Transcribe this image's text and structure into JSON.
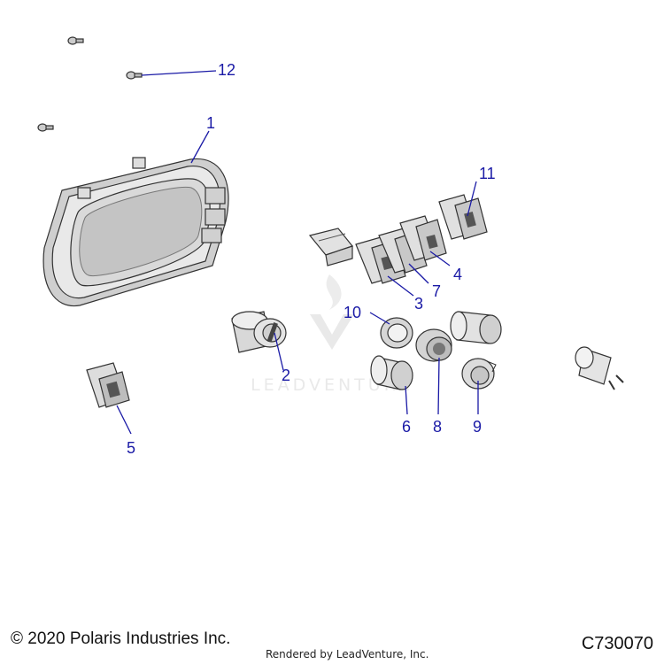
{
  "callouts": {
    "c1": "1",
    "c2": "2",
    "c3": "3",
    "c4": "4",
    "c5": "5",
    "c6": "6",
    "c7": "7",
    "c8": "8",
    "c9": "9",
    "c10": "10",
    "c11": "11",
    "c12": "12"
  },
  "watermark": {
    "text": "LEADVENTURE"
  },
  "footer": {
    "copyright": "© 2020 Polaris Industries Inc.",
    "rendered_by": "Rendered by LeadVenture, Inc.",
    "diagram_code": "C730070"
  },
  "colors": {
    "callout": "#1a1aa6",
    "part_fill": "#e6e6e6",
    "part_stroke": "#333333"
  }
}
